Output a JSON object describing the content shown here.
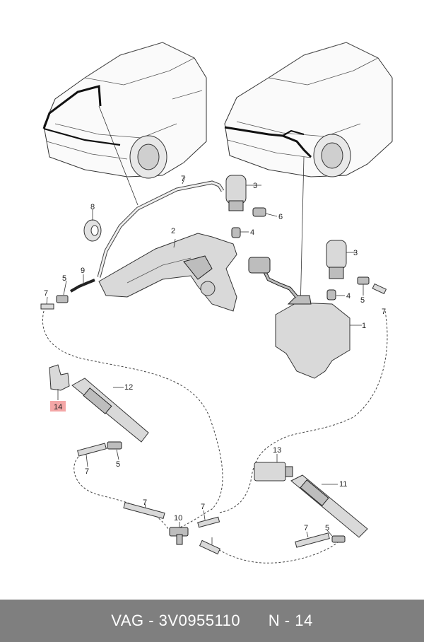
{
  "callouts": {
    "c1": "1",
    "c2": "2",
    "c3a": "3",
    "c3b": "3",
    "c4a": "4",
    "c4b": "4",
    "c5a": "5",
    "c5b": "5",
    "c5c": "5",
    "c5d": "5",
    "c6": "6",
    "c7a": "7",
    "c7b": "7",
    "c7c": "7",
    "c7d": "7",
    "c7e": "7",
    "c7f": "7",
    "c7g": "7",
    "c8": "8",
    "c9": "9",
    "c10": "10",
    "c11": "11",
    "c12": "12",
    "c13": "13",
    "c14": "14"
  },
  "highlight_color": "#f4a6a6",
  "footer": {
    "brand": "VAG",
    "part_number": "3V0955110",
    "position": "N - 14"
  }
}
